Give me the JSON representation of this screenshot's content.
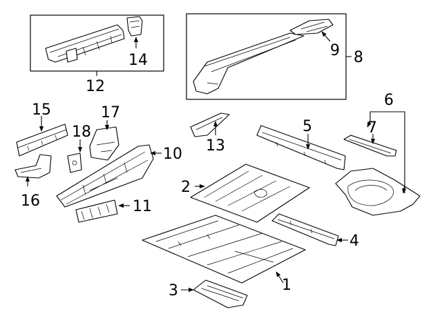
{
  "callouts": [
    {
      "id": "c1",
      "text": "1"
    },
    {
      "id": "c2",
      "text": "2"
    },
    {
      "id": "c3",
      "text": "3"
    },
    {
      "id": "c4",
      "text": "4"
    },
    {
      "id": "c5",
      "text": "5"
    },
    {
      "id": "c6",
      "text": "6"
    },
    {
      "id": "c7",
      "text": "7"
    },
    {
      "id": "c8",
      "text": "8"
    },
    {
      "id": "c9",
      "text": "9"
    },
    {
      "id": "c10",
      "text": "10"
    },
    {
      "id": "c11",
      "text": "11"
    },
    {
      "id": "c12",
      "text": "12"
    },
    {
      "id": "c13",
      "text": "13"
    },
    {
      "id": "c14",
      "text": "14"
    },
    {
      "id": "c15",
      "text": "15"
    },
    {
      "id": "c16",
      "text": "16"
    },
    {
      "id": "c17",
      "text": "17"
    },
    {
      "id": "c18",
      "text": "18"
    }
  ],
  "colors": {
    "line": "#000000",
    "background": "#ffffff"
  }
}
